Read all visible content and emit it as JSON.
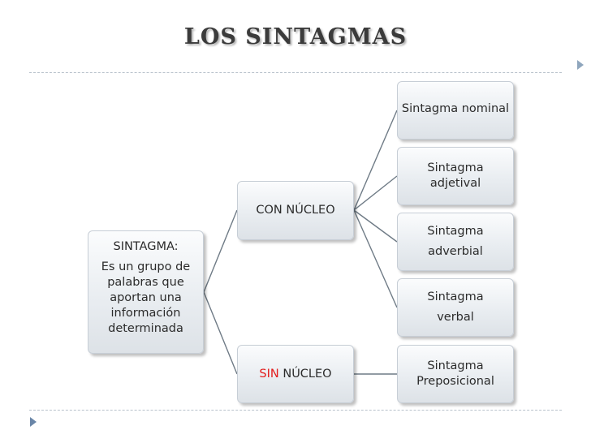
{
  "title": "LOS SINTAGMAS",
  "colors": {
    "text": "#2b2b2b",
    "title": "#3b3b3b",
    "highlight": "#e31b1b",
    "connector": "#6f7b86",
    "box_fill_top": "#fbfcfd",
    "box_fill_bottom": "#dde2e7"
  },
  "nodes": {
    "root": {
      "head": "SINTAGMA:",
      "lines": [
        "Es un grupo de",
        "palabras que",
        "aportan una",
        "información",
        "determinada"
      ]
    },
    "con_nucleo": {
      "label": "CON NÚCLEO"
    },
    "sin_nucleo": {
      "highlight": "SIN",
      "rest": " NÚCLEO"
    },
    "nominal": {
      "label": "Sintagma nominal"
    },
    "adjetival": {
      "line1": "Sintagma",
      "line2": "adjetival"
    },
    "adverbial": {
      "line1": "Sintagma",
      "line2": "adverbial"
    },
    "verbal": {
      "line1": "Sintagma",
      "line2": "verbal"
    },
    "preposicional": {
      "line1": "Sintagma",
      "line2": "Preposicional"
    }
  }
}
